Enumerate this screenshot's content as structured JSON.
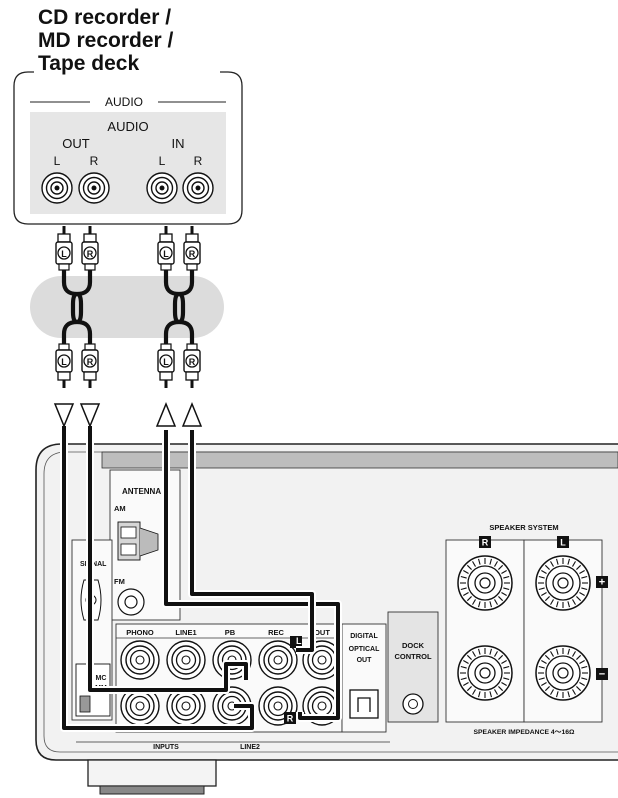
{
  "device": {
    "title_lines": [
      "CD recorder /",
      "MD recorder /",
      "Tape deck"
    ],
    "audio_group_label": "AUDIO",
    "audio_label": "AUDIO",
    "out_label": "OUT",
    "in_label": "IN",
    "left_label": "L",
    "right_label": "R"
  },
  "plugs": {
    "left_mark": "L",
    "right_mark": "R"
  },
  "receiver": {
    "antenna_label": "ANTENNA",
    "am_label": "AM",
    "fm_label": "FM",
    "signal_label": "SIGNAL",
    "mc_label": "MC",
    "mm_label": "MM",
    "phono_label": "PHONO",
    "line1_label": "LINE1",
    "pb_label": "PB",
    "rec_label": "REC",
    "out_label": "OUT",
    "digital_label": "DIGITAL",
    "optical_label": "OPTICAL",
    "optical_out_label": "OUT",
    "dock_label": "DOCK",
    "control_label": "CONTROL",
    "inputs_label": "INPUTS",
    "line2_label": "LINE2",
    "speaker_system_label": "SPEAKER SYSTEM",
    "speaker_impedance_label": "SPEAKER IMPEDANCE 4～16Ω",
    "channel_r_mark": "R",
    "channel_l_mark": "L",
    "plus_mark": "+",
    "minus_mark": "−"
  },
  "colors": {
    "cable": "#111111",
    "panel_fill": "#e8e8e8",
    "highlight_band": "#dcdcdc",
    "outline": "#222222"
  }
}
